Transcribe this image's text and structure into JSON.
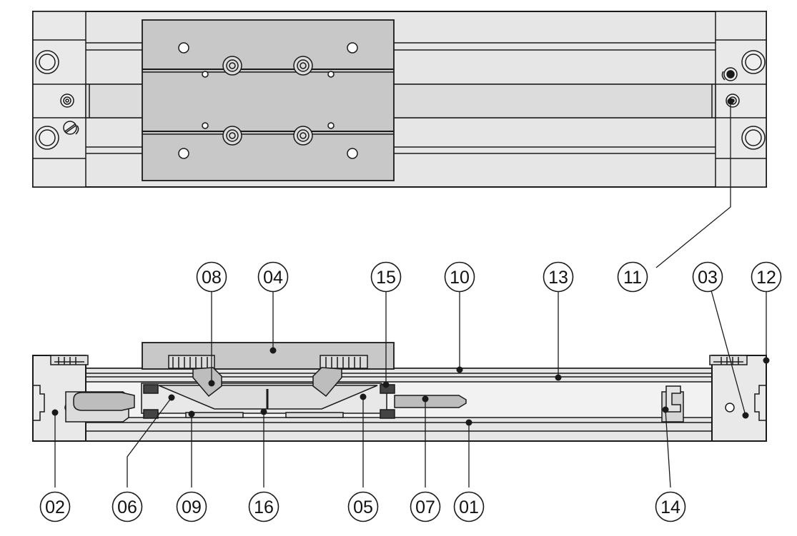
{
  "colors": {
    "outline": "#1a1a1a",
    "body_fill": "#e6e6e6",
    "carriage_fill": "#c8c8c8",
    "piston_fill": "#bdbdbd",
    "dark_part": "#444444",
    "white": "#ffffff"
  },
  "callouts": [
    {
      "id": "c08",
      "label": "08"
    },
    {
      "id": "c04",
      "label": "04"
    },
    {
      "id": "c15",
      "label": "15"
    },
    {
      "id": "c10",
      "label": "10"
    },
    {
      "id": "c13",
      "label": "13"
    },
    {
      "id": "c11",
      "label": "11"
    },
    {
      "id": "c03",
      "label": "03"
    },
    {
      "id": "c12",
      "label": "12"
    },
    {
      "id": "c02",
      "label": "02"
    },
    {
      "id": "c06",
      "label": "06"
    },
    {
      "id": "c09",
      "label": "09"
    },
    {
      "id": "c16",
      "label": "16"
    },
    {
      "id": "c05",
      "label": "05"
    },
    {
      "id": "c07",
      "label": "07"
    },
    {
      "id": "c01",
      "label": "01"
    },
    {
      "id": "c14",
      "label": "14"
    }
  ]
}
